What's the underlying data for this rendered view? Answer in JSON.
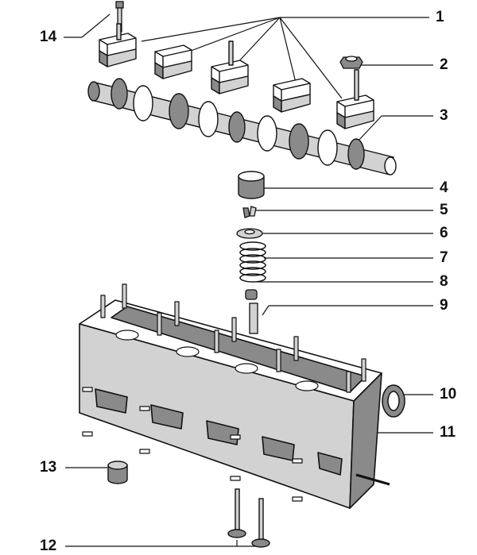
{
  "callouts": [
    {
      "id": "1",
      "label": "1"
    },
    {
      "id": "2",
      "label": "2"
    },
    {
      "id": "3",
      "label": "3"
    },
    {
      "id": "4",
      "label": "4"
    },
    {
      "id": "5",
      "label": "5"
    },
    {
      "id": "6",
      "label": "6"
    },
    {
      "id": "7",
      "label": "7"
    },
    {
      "id": "8",
      "label": "8"
    },
    {
      "id": "9",
      "label": "9"
    },
    {
      "id": "10",
      "label": "10"
    },
    {
      "id": "11",
      "label": "11"
    },
    {
      "id": "12",
      "label": "12"
    },
    {
      "id": "13",
      "label": "13"
    },
    {
      "id": "14",
      "label": "14"
    }
  ],
  "colors": {
    "ink": "#111111",
    "shade": "#8a8a8a",
    "light": "#d2d2d2",
    "paper": "#ffffff"
  }
}
